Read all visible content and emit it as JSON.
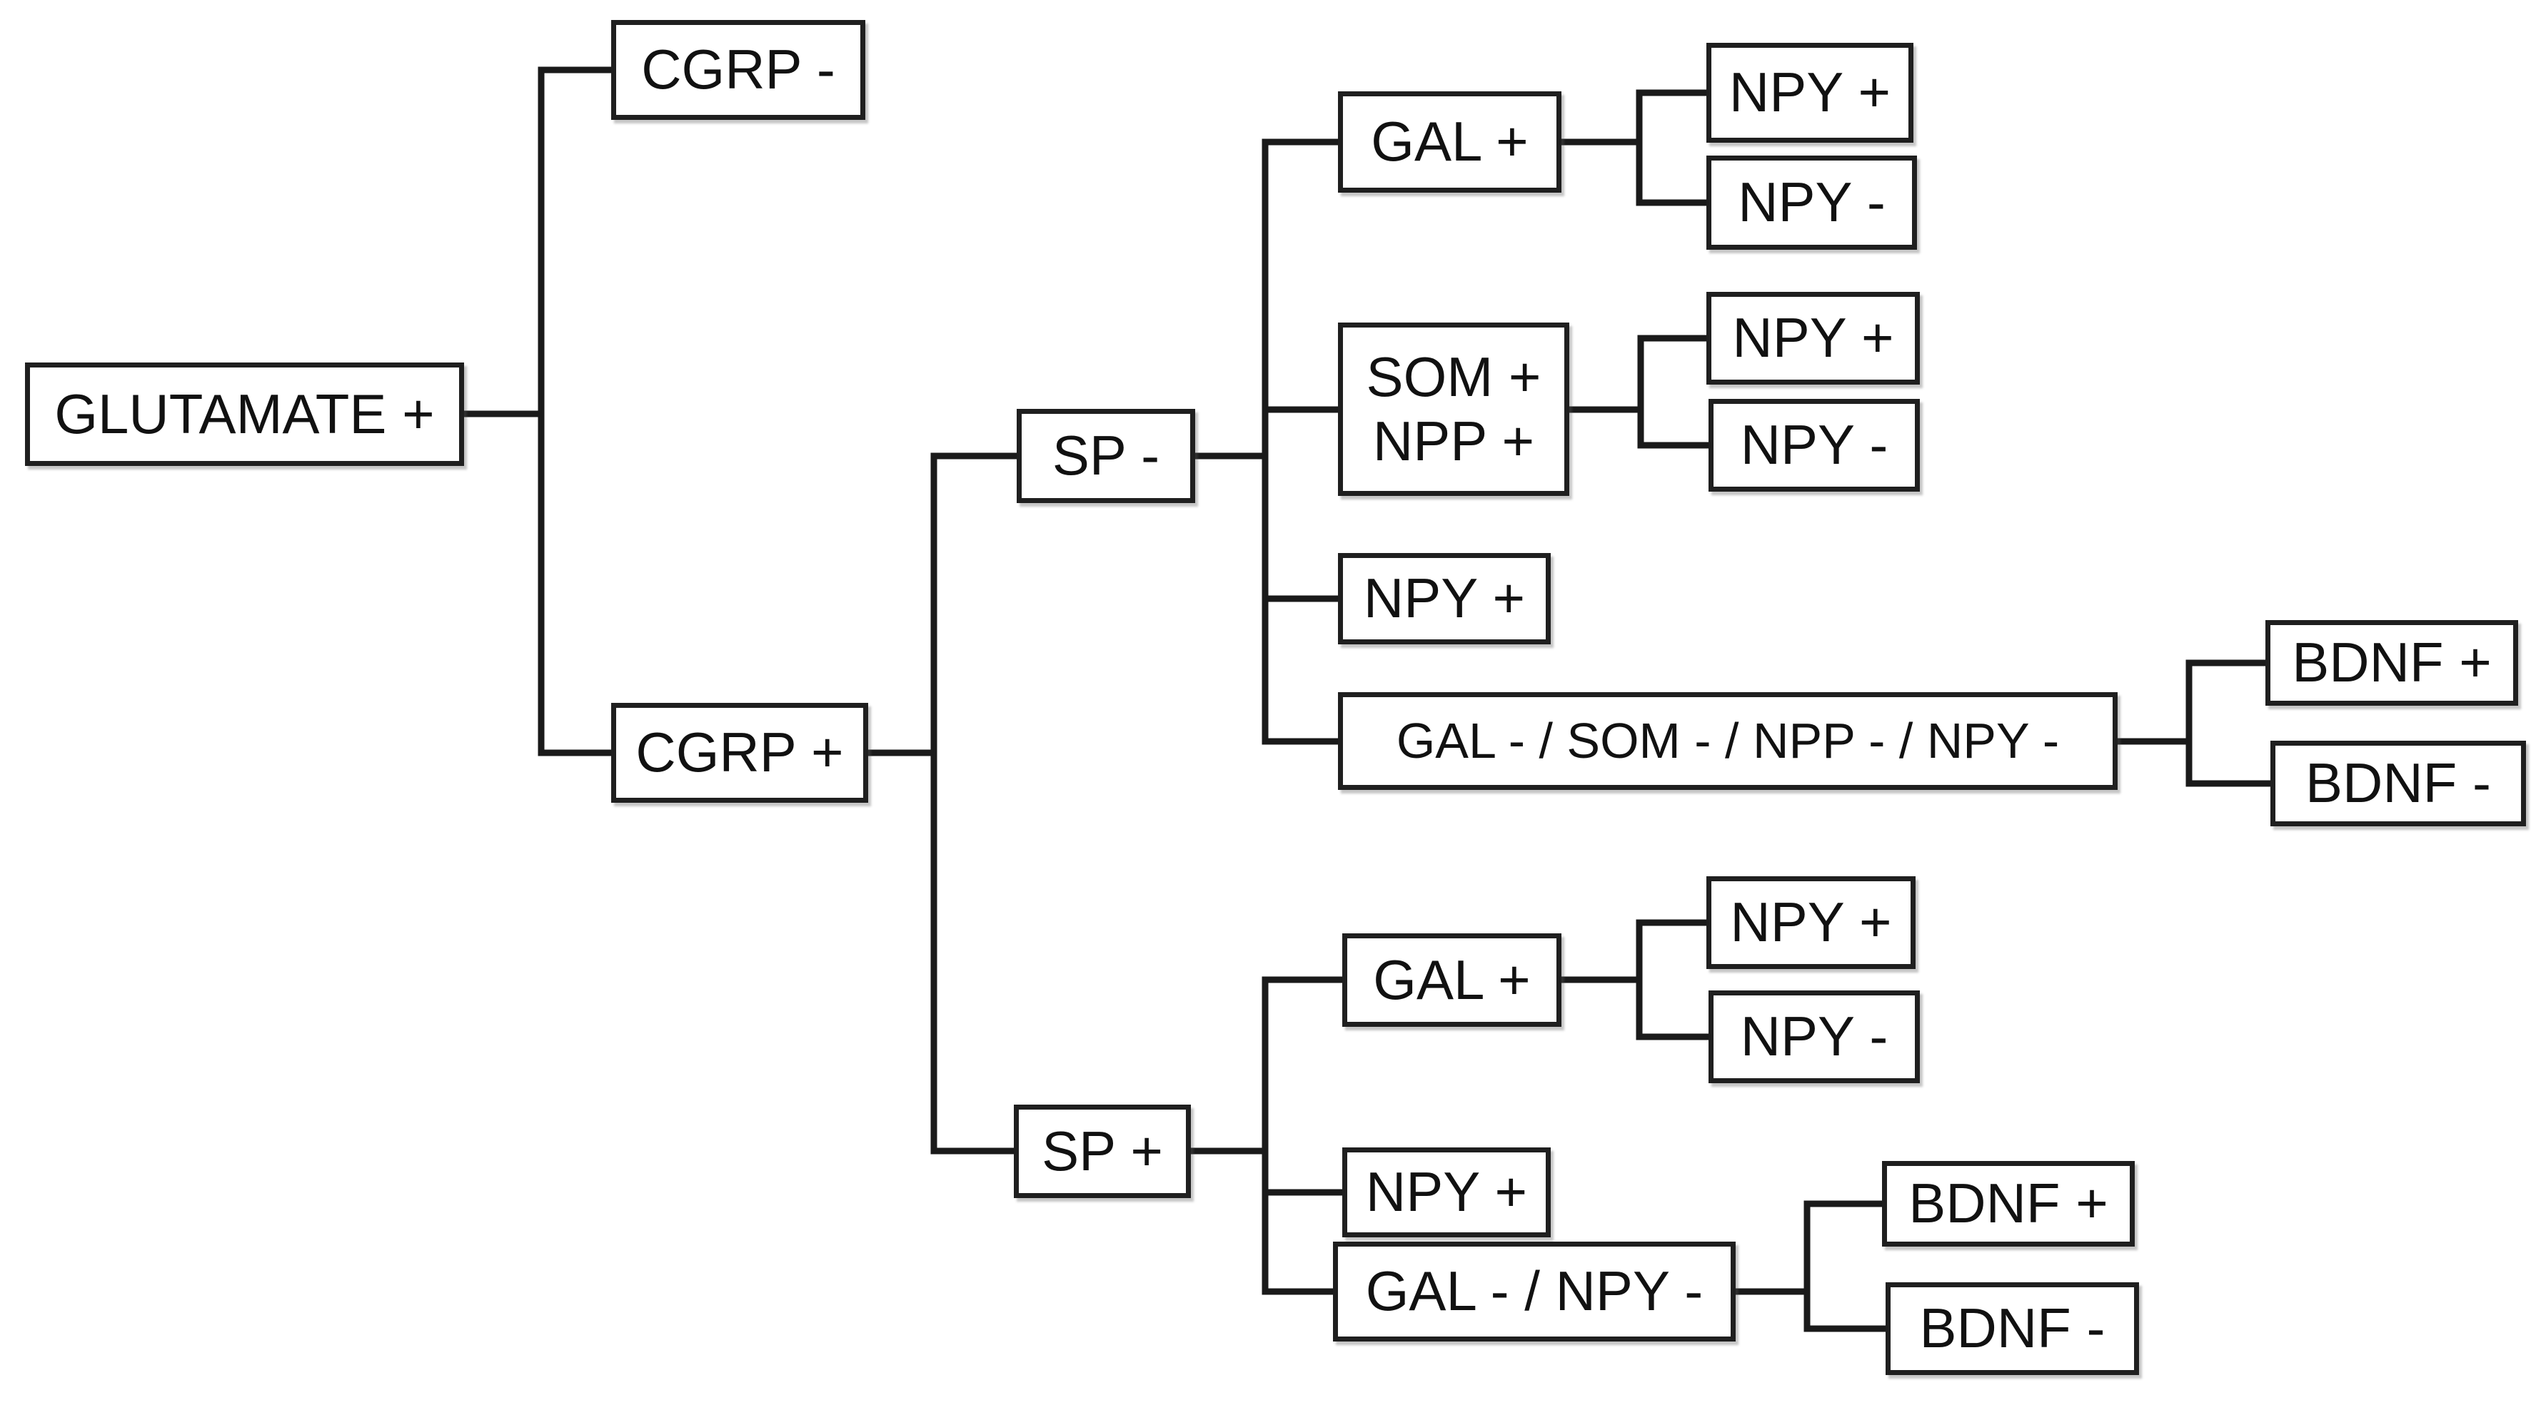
{
  "colors": {
    "background": "#ffffff",
    "line": "#1a1a1a",
    "box_border": "#1f1f1f",
    "text": "#111111"
  },
  "nodes": {
    "glutamate": {
      "label": "GLUTAMATE +"
    },
    "cgrp_neg": {
      "label": "CGRP -"
    },
    "cgrp_pos": {
      "label": "CGRP +"
    },
    "sp_neg": {
      "label": "SP -"
    },
    "spn_gal_pos": {
      "label": "GAL +"
    },
    "spn_gal_npy_pos": {
      "label": "NPY +"
    },
    "spn_gal_npy_neg": {
      "label": "NPY -"
    },
    "spn_som_npp": {
      "label": "SOM +",
      "label2": "NPP +"
    },
    "spn_som_npy_pos": {
      "label": "NPY +"
    },
    "spn_som_npy_neg": {
      "label": "NPY -"
    },
    "spn_npy_pos": {
      "label": "NPY +"
    },
    "spn_allneg": {
      "label": "GAL - / SOM - / NPP - / NPY -"
    },
    "spn_bdnf_pos": {
      "label": "BDNF +"
    },
    "spn_bdnf_neg": {
      "label": "BDNF -"
    },
    "sp_pos": {
      "label": "SP +"
    },
    "spp_gal_pos": {
      "label": "GAL +"
    },
    "spp_gal_npy_pos": {
      "label": "NPY +"
    },
    "spp_gal_npy_neg": {
      "label": "NPY -"
    },
    "spp_npy_pos": {
      "label": "NPY +"
    },
    "spp_galnpy_neg": {
      "label": "GAL - / NPY -"
    },
    "spp_bdnf_pos": {
      "label": "BDNF +"
    },
    "spp_bdnf_neg": {
      "label": "BDNF -"
    }
  },
  "hierarchy": {
    "label": "GLUTAMATE +",
    "children": [
      {
        "label": "CGRP -"
      },
      {
        "label": "CGRP +",
        "children": [
          {
            "label": "SP -",
            "children": [
              {
                "label": "GAL +",
                "children": [
                  {
                    "label": "NPY +"
                  },
                  {
                    "label": "NPY -"
                  }
                ]
              },
              {
                "label": "SOM + NPP +",
                "children": [
                  {
                    "label": "NPY +"
                  },
                  {
                    "label": "NPY -"
                  }
                ]
              },
              {
                "label": "NPY +"
              },
              {
                "label": "GAL - / SOM - / NPP - / NPY -",
                "children": [
                  {
                    "label": "BDNF +"
                  },
                  {
                    "label": "BDNF -"
                  }
                ]
              }
            ]
          },
          {
            "label": "SP +",
            "children": [
              {
                "label": "GAL +",
                "children": [
                  {
                    "label": "NPY +"
                  },
                  {
                    "label": "NPY -"
                  }
                ]
              },
              {
                "label": "NPY +"
              },
              {
                "label": "GAL - / NPY -",
                "children": [
                  {
                    "label": "BDNF +"
                  },
                  {
                    "label": "BDNF -"
                  }
                ]
              }
            ]
          }
        ]
      }
    ]
  }
}
